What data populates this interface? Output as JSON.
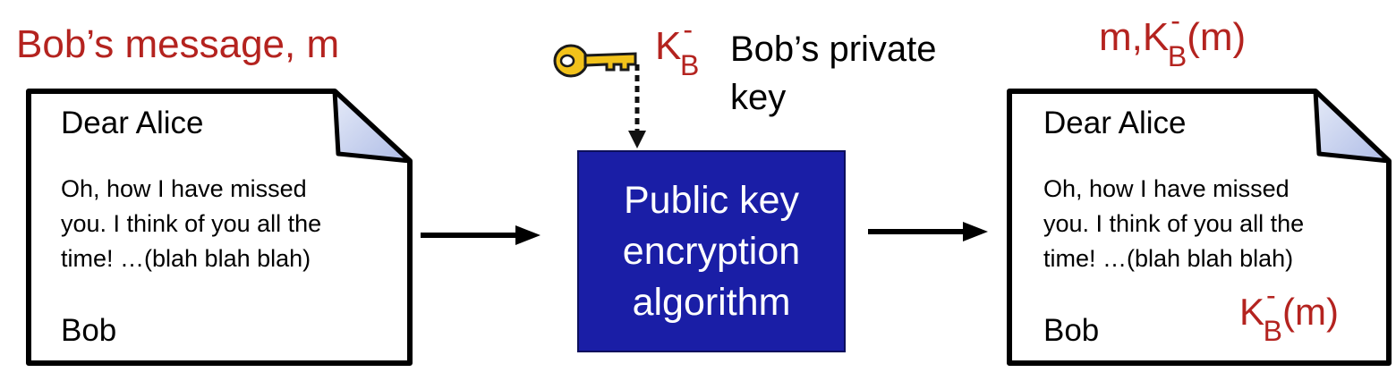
{
  "left_title": "Bob’s message, m",
  "right_title": {
    "prefix": "m,K",
    "sup": "-",
    "sub": "B",
    "suffix": "(m)"
  },
  "key": {
    "icon": "key-icon",
    "label_main": "K",
    "label_sup": "-",
    "label_sub": "B",
    "desc_line1": "Bob’s private",
    "desc_line2": "key"
  },
  "left_doc": {
    "greeting": "Dear Alice",
    "body_line1": "Oh, how I have missed",
    "body_line2": "you. I think of you all the",
    "body_line3": "time! …(blah blah blah)",
    "signature": "Bob"
  },
  "right_doc": {
    "greeting": "Dear Alice",
    "body_line1": "Oh, how I have missed",
    "body_line2": "you. I think of you all the",
    "body_line3": "time! …(blah blah blah)",
    "signature": "Bob",
    "sig_main": "K",
    "sig_sup": "-",
    "sig_sub": "B",
    "sig_suffix": "(m)"
  },
  "algorithm": {
    "line1": "Public key",
    "line2": "encryption",
    "line3": "algorithm"
  },
  "colors": {
    "accent_red": "#b4231f",
    "box_blue": "#1a1ea6",
    "doc_fold": "#c9d3ef",
    "key_gold": "#f2c21b"
  }
}
